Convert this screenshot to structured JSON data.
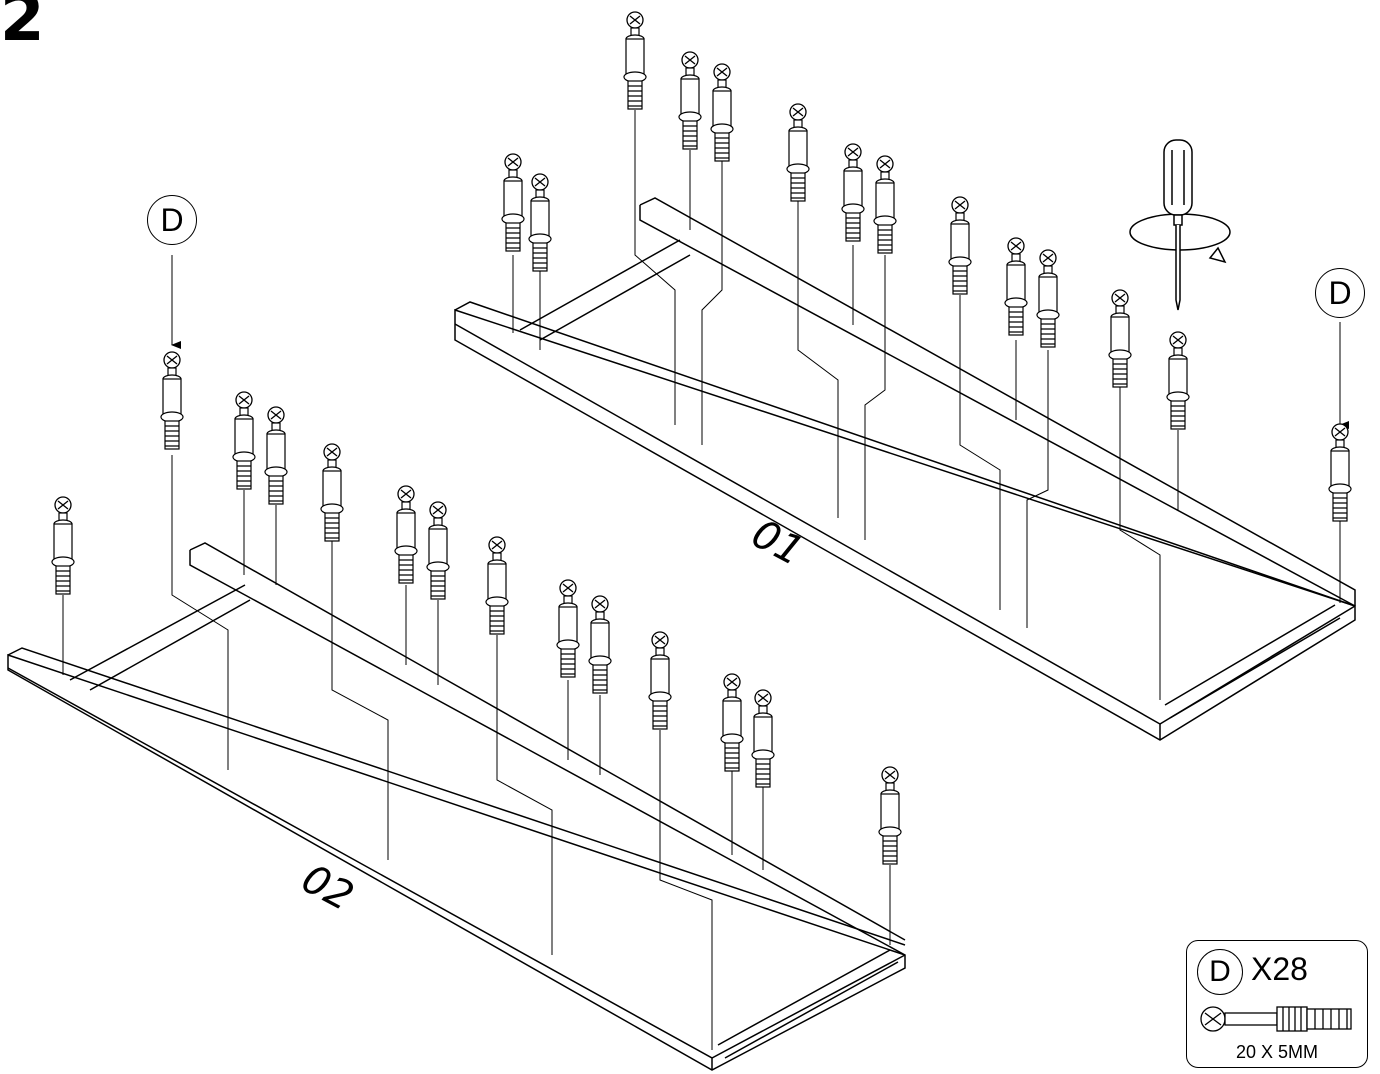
{
  "step_number": "2",
  "callouts": [
    "D",
    "D"
  ],
  "part_labels": {
    "panel_top": "01",
    "panel_bottom": "02"
  },
  "legend": {
    "letter": "D",
    "quantity": "X28",
    "size": "20 X 5MM"
  },
  "icons": {
    "screwdriver": "screwdriver-icon",
    "rotation": "rotation-arrow-icon"
  }
}
